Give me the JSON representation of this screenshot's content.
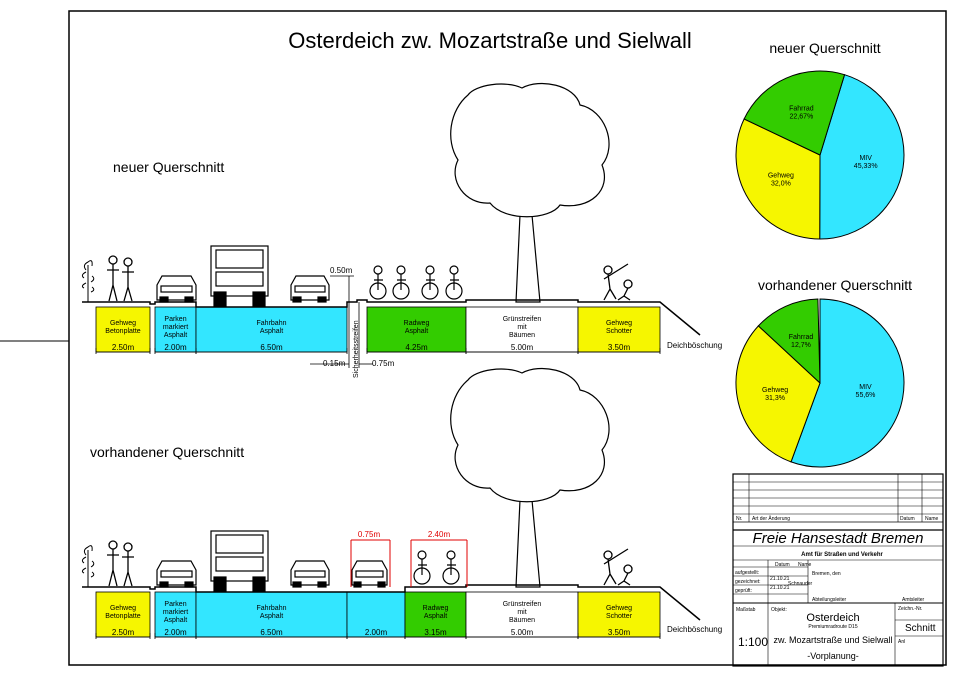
{
  "title": "Osterdeich zw. Mozartstraße und Sielwall",
  "sections": {
    "new_label": "neuer Querschnitt",
    "old_label": "vorhandener Querschnitt"
  },
  "new_section": {
    "lanes": [
      {
        "l1": "Gehweg",
        "l2": "Betonplatte",
        "l3": "",
        "width": "2.50m",
        "color": "#f6f600"
      },
      {
        "l1": "Parken",
        "l2": "markiert",
        "l3": "Asphalt",
        "width": "2.00m",
        "color": "#33e6ff"
      },
      {
        "l1": "Fahrbahn",
        "l2": "Asphalt",
        "l3": "",
        "width": "6.50m",
        "color": "#33e6ff"
      },
      {
        "l1": "Radweg",
        "l2": "Asphalt",
        "l3": "",
        "width": "4.25m",
        "color": "#33cc00"
      },
      {
        "l1": "Grünstreifen",
        "l2": "mit",
        "l3": "Bäumen",
        "width": "5.00m",
        "color": "#ffffff"
      },
      {
        "l1": "Gehweg",
        "l2": "Schotter",
        "l3": "",
        "width": "3.50m",
        "color": "#f6f600"
      }
    ],
    "dim_050": "0.50m",
    "dim_015": "0.15m",
    "dim_075": "0.75m",
    "sicherheitsstreifen": "Sicherheitsstreifen",
    "deich": "Deichböschung"
  },
  "old_section": {
    "lanes": [
      {
        "l1": "Gehweg",
        "l2": "Betonplatte",
        "l3": "",
        "width": "2.50m",
        "color": "#f6f600"
      },
      {
        "l1": "Parken",
        "l2": "markiert",
        "l3": "Asphalt",
        "width": "2.00m",
        "color": "#33e6ff"
      },
      {
        "l1": "Fahrbahn",
        "l2": "Asphalt",
        "l3": "",
        "width": "6.50m",
        "color": "#33e6ff"
      },
      {
        "l1": "",
        "l2": "",
        "l3": "",
        "width": "2.00m",
        "color": "#33e6ff"
      },
      {
        "l1": "Radweg",
        "l2": "Asphalt",
        "l3": "",
        "width": "3.15m",
        "color": "#33cc00"
      },
      {
        "l1": "Grünstreifen",
        "l2": "mit",
        "l3": "Bäumen",
        "width": "5.00m",
        "color": "#ffffff"
      },
      {
        "l1": "Gehweg",
        "l2": "Schotter",
        "l3": "",
        "width": "3.50m",
        "color": "#f6f600"
      }
    ],
    "dim_075_red": "0.75m",
    "dim_240_red": "2.40m",
    "deich": "Deichböschung"
  },
  "pie_new": {
    "title": "neuer Querschnitt",
    "slices": [
      {
        "label": "MIV",
        "value": "45,33%",
        "pct": 45.33,
        "color": "#33e6ff"
      },
      {
        "label": "Gehweg",
        "value": "32,0%",
        "pct": 32.0,
        "color": "#f6f600"
      },
      {
        "label": "Fahrrad",
        "value": "22,67%",
        "pct": 22.67,
        "color": "#33cc00"
      }
    ]
  },
  "pie_old": {
    "title": "vorhandener Querschnitt",
    "slices": [
      {
        "label": "MIV",
        "value": "55,6%",
        "pct": 55.6,
        "color": "#33e6ff"
      },
      {
        "label": "Gehweg",
        "value": "31,3%",
        "pct": 31.3,
        "color": "#f6f600"
      },
      {
        "label": "Fahrrad",
        "value": "12,7%",
        "pct": 12.7,
        "color": "#33cc00"
      }
    ]
  },
  "title_block": {
    "rev_nr": "Nr.",
    "rev_art": "Art der Änderung",
    "rev_datum": "Datum",
    "rev_name": "Name",
    "org": "Freie Hansestadt Bremen",
    "dept": "Amt für Straßen und Verkehr",
    "col_datum": "Datum",
    "col_name": "Name",
    "aufgestellt": "aufgestellt:",
    "gezeichnet": "gezeichnet:",
    "geprueft": "geprüft:",
    "date1": "21.10.21",
    "date2": "21.10.21",
    "name": "Schnauder",
    "place": "Bremen, den",
    "abteilungsleiter": "Abteilungsleiter",
    "amtsleiter": "Amtsleiter",
    "massstab_label": "Maßstab",
    "massstab": "1:100",
    "objekt_label": "Objekt:",
    "objekt": "Osterdeich",
    "objekt_sub": "Premiumradroute D15",
    "objekt_line2": "zw. Mozartstraße und Sielwall",
    "objekt_line3": "-Vorplanung-",
    "zeichn_label": "Zeichn.-Nr.",
    "zeichn": "Schnitt",
    "anl": "Anl"
  }
}
